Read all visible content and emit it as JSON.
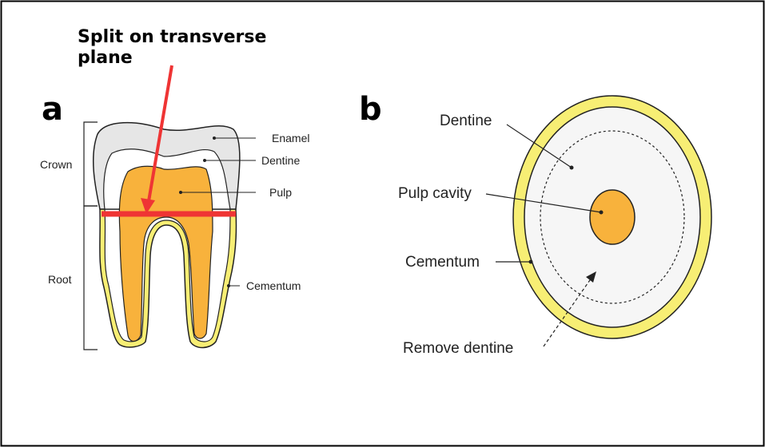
{
  "panel_a": {
    "letter": "a",
    "title_line1": "Split on transverse",
    "title_line2": "plane",
    "crown_label": "Crown",
    "root_label": "Root",
    "enamel_label": "Enamel",
    "dentine_label": "Dentine",
    "pulp_label": "Pulp",
    "cementum_label": "Cementum"
  },
  "panel_b": {
    "letter": "b",
    "dentine_label": "Dentine",
    "pulp_cavity_label": "Pulp cavity",
    "cementum_label": "Cementum",
    "remove_dentine_label": "Remove dentine"
  },
  "colors": {
    "enamel": "#e6e6e6",
    "pulp": "#f5a623",
    "pulp_light": "#f8b23c",
    "cementum": "#f7ee74",
    "split_line": "#ef3434",
    "outline": "#222222"
  }
}
